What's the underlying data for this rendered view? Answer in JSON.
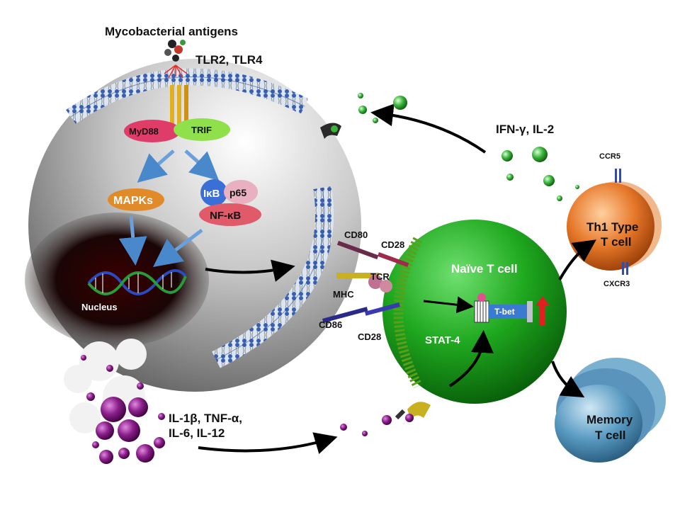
{
  "labels": {
    "mycobacterial_antigens": "Mycobacterial antigens",
    "tlr": "TLR2, TLR4",
    "myd88": "MyD88",
    "trif": "TRIF",
    "mapks": "MAPKs",
    "ikb": "IκB",
    "p65": "p65",
    "nfkb": "NF-κB",
    "nucleus": "Nucleus",
    "cd80": "CD80",
    "cd28_top": "CD28",
    "tcr": "TCR",
    "mhc": "MHC",
    "cd86": "CD86",
    "cd28_bottom": "CD28",
    "naive_t_cell": "Naïve T cell",
    "tbet": "T-bet",
    "stat4": "STAT-4",
    "ifn": "IFN-γ, IL-2",
    "ccr5": "CCR5",
    "cxcr3": "CXCR3",
    "th1_line1": "Th1 Type",
    "th1_line2": "T cell",
    "memory_line1": "Memory",
    "memory_line2": "T cell",
    "cytokines_line1": "IL-1β, TNF-α,",
    "cytokines_line2": "IL-6, IL-12"
  },
  "colors": {
    "macrophage": "#9a9a9a",
    "naive_cell": "#1e9a1e",
    "th1_cell": "#e0661a",
    "memory_cell": "#3b7fa6",
    "cytokine_purple": "#8a1f8a",
    "ifn_green": "#3cb43c",
    "myd88": "#e03c6a",
    "trif": "#7edc3a",
    "mapks": "#e08a2a",
    "ikb": "#3a6fd8",
    "p65": "#e0a0b4",
    "nfkb": "#e05a6a"
  }
}
